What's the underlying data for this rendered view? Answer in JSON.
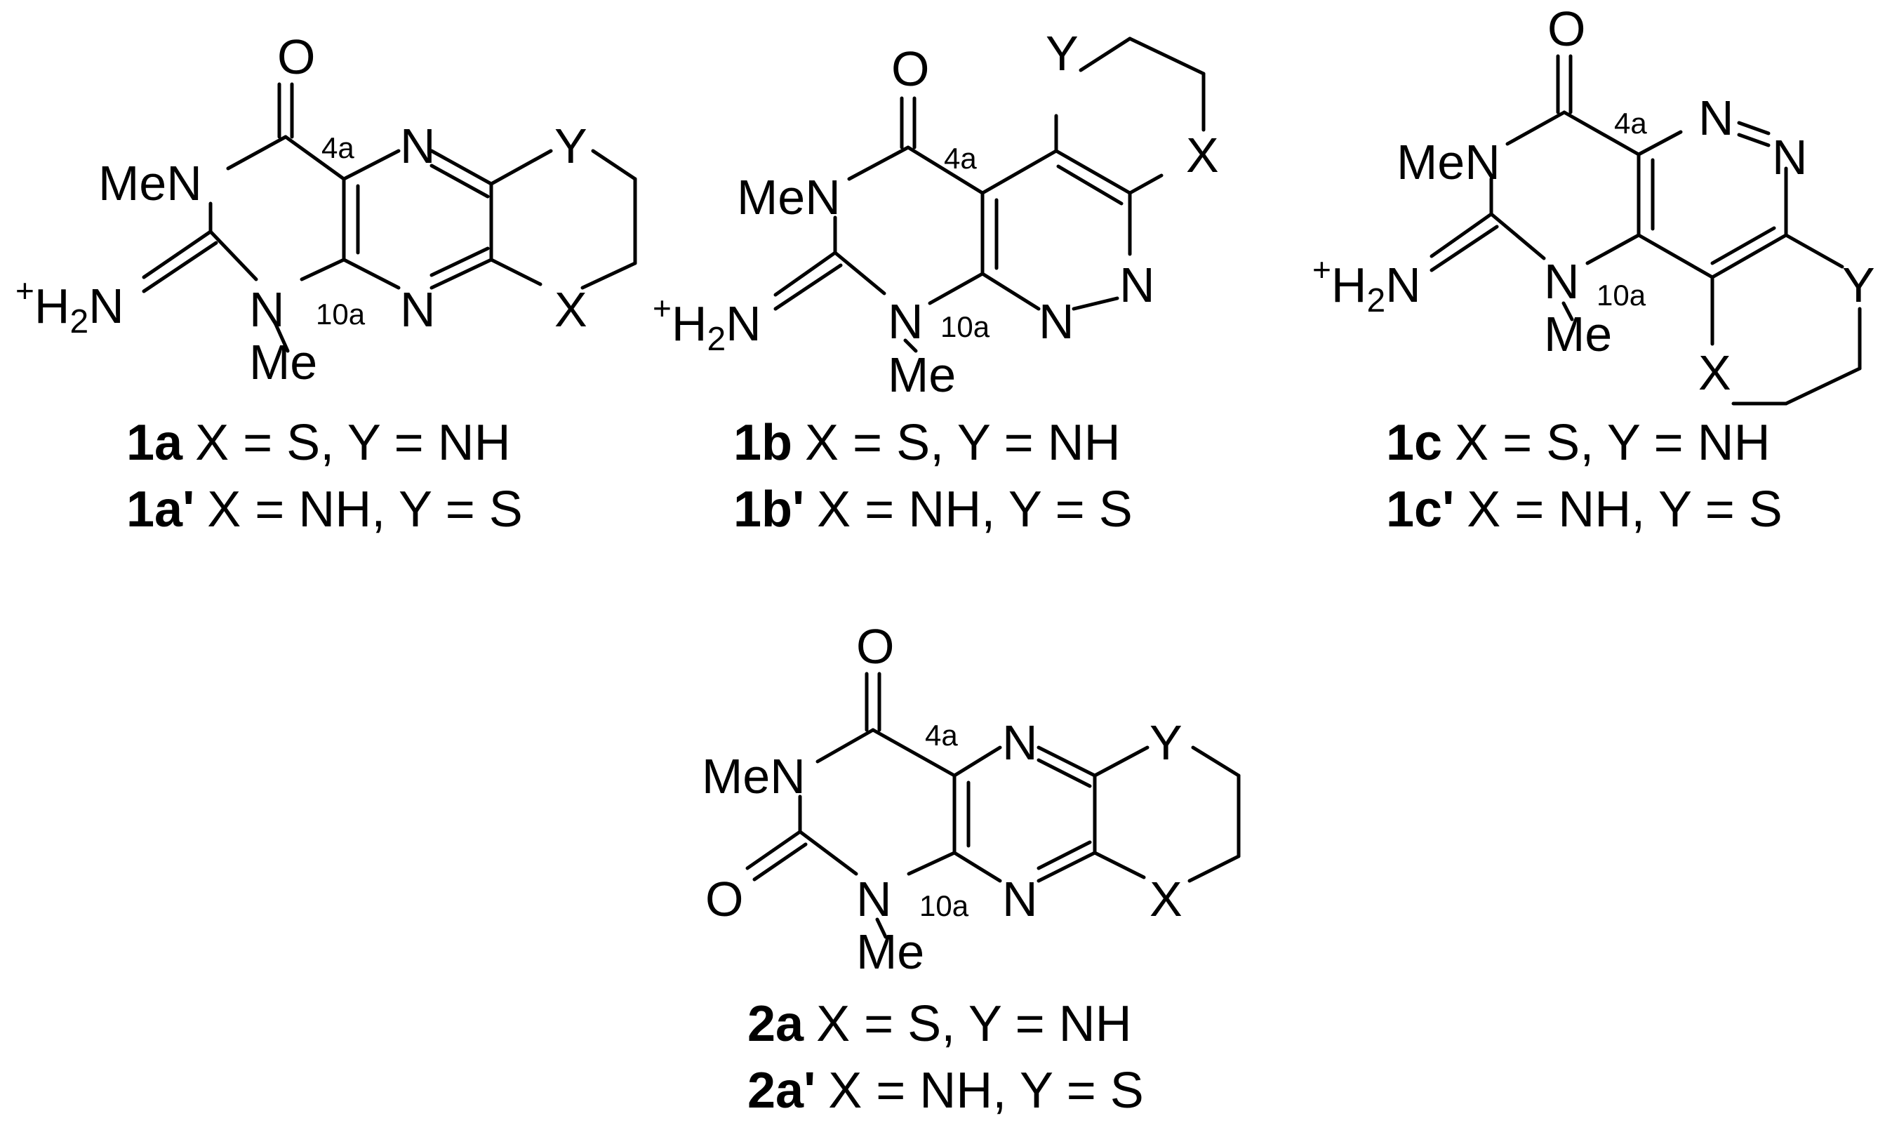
{
  "structures": [
    {
      "id": "1a",
      "atoms": {
        "O": "O",
        "MeN": "MeN",
        "H2N": "H2N",
        "N_lower": "N",
        "Me": "Me",
        "N_top": "N",
        "N_bottom": "N",
        "Y": "Y",
        "X": "X"
      },
      "locants": {
        "c4a": "4a",
        "c10a": "10a"
      },
      "captions": [
        {
          "label": "1a",
          "text": "X = S, Y = NH"
        },
        {
          "label": "1a'",
          "text": "X = NH, Y = S"
        }
      ]
    },
    {
      "id": "1b",
      "atoms": {
        "O": "O",
        "MeN": "MeN",
        "H2N": "H2N",
        "N_lower": "N",
        "Me": "Me",
        "N_a": "N",
        "N_b": "N",
        "Y": "Y",
        "X": "X"
      },
      "locants": {
        "c4a": "4a",
        "c10a": "10a"
      },
      "captions": [
        {
          "label": "1b",
          "text": "X = S, Y = NH"
        },
        {
          "label": "1b'",
          "text": "X = NH, Y = S"
        }
      ]
    },
    {
      "id": "1c",
      "atoms": {
        "O": "O",
        "MeN": "MeN",
        "H2N": "H2N",
        "N_lower": "N",
        "Me": "Me",
        "N_a": "N",
        "N_b": "N",
        "Y": "Y",
        "X": "X"
      },
      "locants": {
        "c4a": "4a",
        "c10a": "10a"
      },
      "captions": [
        {
          "label": "1c",
          "text": "X = S, Y = NH"
        },
        {
          "label": "1c'",
          "text": "X = NH, Y = S"
        }
      ]
    },
    {
      "id": "2a",
      "atoms": {
        "O_top": "O",
        "MeN": "MeN",
        "O_left": "O",
        "N_lower": "N",
        "Me": "Me",
        "N_top": "N",
        "N_bottom": "N",
        "Y": "Y",
        "X": "X"
      },
      "locants": {
        "c4a": "4a",
        "c10a": "10a"
      },
      "captions": [
        {
          "label": "2a",
          "text": "X = S, Y = NH"
        },
        {
          "label": "2a'",
          "text": "X = NH, Y = S"
        }
      ]
    }
  ],
  "charge_symbol": "+"
}
